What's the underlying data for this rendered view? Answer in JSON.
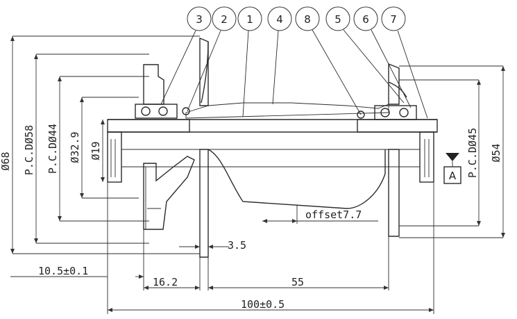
{
  "balloons": [
    "3",
    "2",
    "1",
    "4",
    "8",
    "5",
    "6",
    "7"
  ],
  "dimensions": {
    "d68": "Ø68",
    "pcd58": "P.C.DØ58",
    "pcd44": "P.C.DØ44",
    "d32_9": "Ø32.9",
    "d19": "Ø19",
    "pcd45": "P.C.DØ45",
    "d54": "Ø54",
    "offset": "offset7.7",
    "w3_5": "3.5",
    "w10_5": "10.5±0.1",
    "w16_2": "16.2",
    "w55": "55",
    "w100": "100±0.5"
  },
  "datum": "A"
}
